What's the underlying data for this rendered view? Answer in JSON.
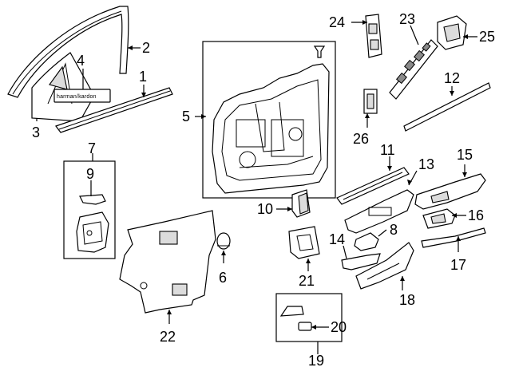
{
  "diagram": {
    "callouts": {
      "c1": "1",
      "c2": "2",
      "c3": "3",
      "c4": "4",
      "c5": "5",
      "c6": "6",
      "c7": "7",
      "c8": "8",
      "c9": "9",
      "c10": "10",
      "c11": "11",
      "c12": "12",
      "c13": "13",
      "c14": "14",
      "c15": "15",
      "c16": "16",
      "c17": "17",
      "c18": "18",
      "c19": "19",
      "c20": "20",
      "c21": "21",
      "c22": "22",
      "c23": "23",
      "c24": "24",
      "c25": "25",
      "c26": "26"
    },
    "badge_text": "harman/kardon"
  }
}
